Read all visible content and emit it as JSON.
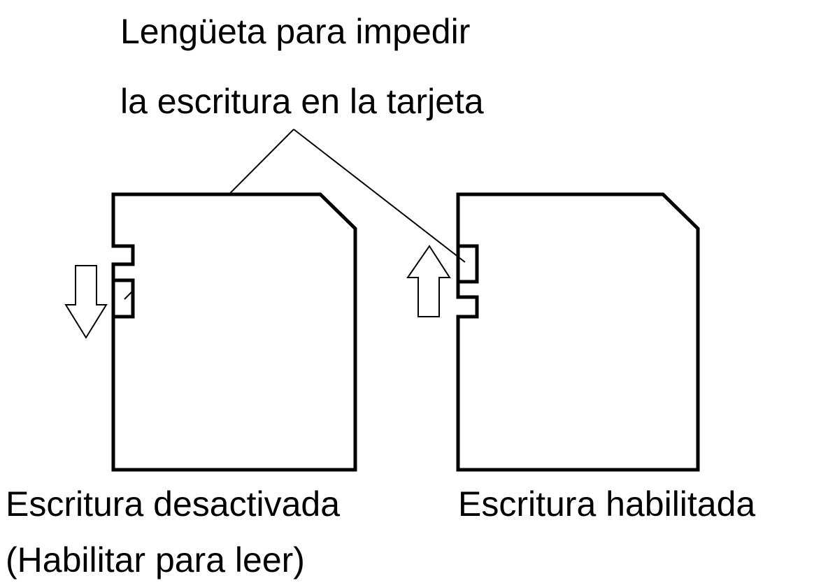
{
  "title": {
    "line1": "Lengüeta para impedir",
    "line2": "la escritura en la tarjeta"
  },
  "cards": {
    "left": {
      "caption_line1": "Escritura desactivada",
      "caption_line2": "(Habilitar para leer)",
      "tab_position": "down",
      "arrow": "down-arrow"
    },
    "right": {
      "caption_line1": "Escritura habilitada",
      "tab_position": "up",
      "arrow": "up-arrow"
    }
  },
  "colors": {
    "line": "#000000",
    "background": "#ffffff"
  }
}
